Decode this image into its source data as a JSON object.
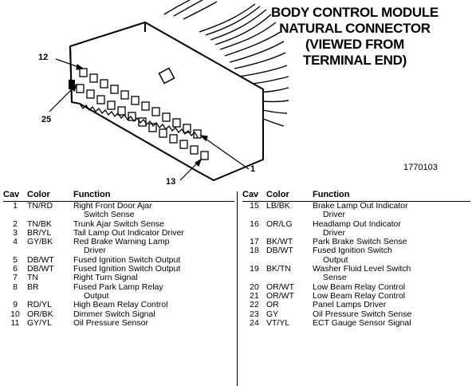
{
  "title": [
    "BODY CONTROL MODULE",
    "NATURAL CONNECTOR",
    "(VIEWED FROM",
    "TERMINAL END)"
  ],
  "figure_number": "1770103",
  "pin_labels": {
    "top_left": "12",
    "bottom_left": "25",
    "bottom_mid": "13",
    "right": "1"
  },
  "table_headers": {
    "cav": "Cav",
    "color": "Color",
    "function": "Function"
  },
  "left_rows": [
    {
      "cav": "1",
      "color": "TN/RD",
      "function": "Right Front Door Ajar",
      "function2": "Switch Sense"
    },
    {
      "cav": "2",
      "color": "TN/BK",
      "function": "Trunk Ajar Switch Sense"
    },
    {
      "cav": "3",
      "color": "BR/YL",
      "function": "Tail Lamp Out Indicator Driver"
    },
    {
      "cav": "4",
      "color": "GY/BK",
      "function": "Red Brake Warning Lamp",
      "function2": "Driver"
    },
    {
      "cav": "5",
      "color": "DB/WT",
      "function": "Fused Ignition Switch Output"
    },
    {
      "cav": "6",
      "color": "DB/WT",
      "function": "Fused Ignition Switch Output"
    },
    {
      "cav": "7",
      "color": "TN",
      "function": "Right Turn Signal"
    },
    {
      "cav": "8",
      "color": "BR",
      "function": "Fused Park Lamp Relay",
      "function2": "Output"
    },
    {
      "cav": "9",
      "color": "RD/YL",
      "function": "High Beam Relay Control"
    },
    {
      "cav": "10",
      "color": "OR/BK",
      "function": "Dimmer Switch Signal"
    },
    {
      "cav": "11",
      "color": "GY/YL",
      "function": "Oil Pressure Sensor"
    }
  ],
  "right_rows": [
    {
      "cav": "15",
      "color": "LB/BK",
      "function": "Brake Lamp Out Indicator",
      "function2": "Driver"
    },
    {
      "cav": "16",
      "color": "OR/LG",
      "function": "Headlamp Out Indicator",
      "function2": "Driver"
    },
    {
      "cav": "17",
      "color": "BK/WT",
      "function": "Park Brake Switch Sense"
    },
    {
      "cav": "18",
      "color": "DB/WT",
      "function": "Fused Ignition Switch",
      "function2": "Output"
    },
    {
      "cav": "19",
      "color": "BK/TN",
      "function": "Washer Fluid Level Switch",
      "function2": "Sense"
    },
    {
      "cav": "20",
      "color": "OR/WT",
      "function": "Low Beam Relay Control"
    },
    {
      "cav": "21",
      "color": "OR/WT",
      "function": "Low Beam Relay Control"
    },
    {
      "cav": "22",
      "color": "OR",
      "function": "Panel Lamps Driver"
    },
    {
      "cav": "23",
      "color": "GY",
      "function": "Oil Pressure Switch Sense"
    },
    {
      "cav": "24",
      "color": "VT/YL",
      "function": "ECT Gauge Sensor Signal"
    }
  ]
}
